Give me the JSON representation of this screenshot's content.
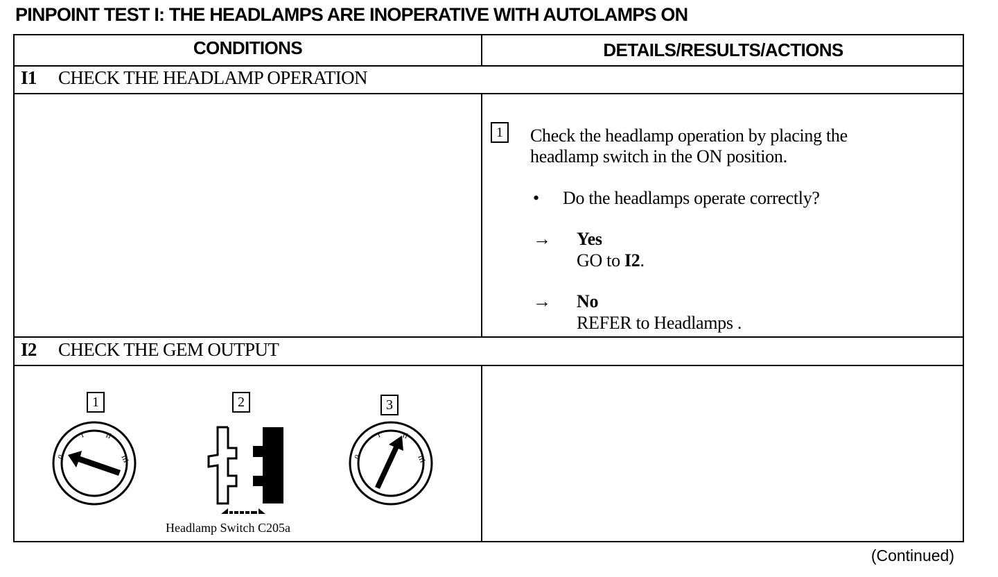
{
  "title": "PINPOINT TEST I:  THE HEADLAMPS ARE INOPERATIVE WITH AUTOLAMPS ON",
  "columns": {
    "conditions": "CONDITIONS",
    "details": "DETAILS/RESULTS/ACTIONS"
  },
  "steps": [
    {
      "id": "I1",
      "title": "CHECK THE HEADLAMP OPERATION",
      "action_number": "1",
      "action_text_line1": "Check the headlamp operation by placing the",
      "action_text_line2": "headlamp switch in the ON position.",
      "bullet": "•",
      "question": "Do the headlamps operate correctly?",
      "arrow": "→",
      "yes_label": "Yes",
      "yes_text": "GO to ",
      "yes_ref": "I2",
      "yes_end": ".",
      "no_label": "No",
      "no_text": "REFER to Headlamps ."
    },
    {
      "id": "I2",
      "title": "CHECK THE GEM OUTPUT",
      "figure_labels": [
        "1",
        "2",
        "3"
      ],
      "dial_marks": [
        "0",
        "I",
        "II",
        "III"
      ],
      "caption": "Headlamp Switch C205a"
    }
  ],
  "footer": "(Continued)"
}
